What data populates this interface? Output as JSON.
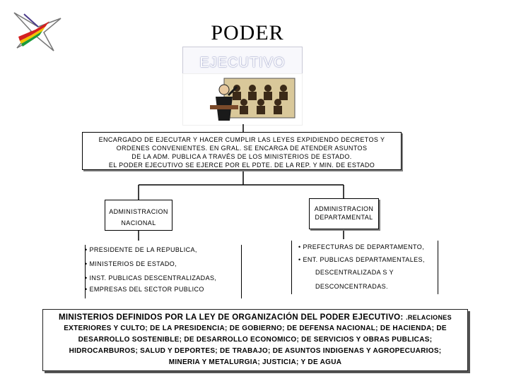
{
  "header": {
    "title": "PODER",
    "subtitle": "EJECUTIVO"
  },
  "logo": {
    "icon": "star-logo-icon",
    "colors": [
      "#d42020",
      "#f2c200",
      "#1a9a3a",
      "#4a3a8a"
    ]
  },
  "illustration": {
    "icon": "meeting-clipart-icon"
  },
  "description": {
    "lines": [
      "ENCARGADO DE EJECUTAR Y HACER CUMPLIR LAS LEYES EXPIDIENDO DECRETOS Y",
      "ORDENES CONVENIENTES. EN GRAL. SE ENCARGA DE ATENDER ASUNTOS",
      "DE LA ADM. PUBLICA A TRAVÉS DE LOS MINISTERIOS DE ESTADO.",
      "EL PODER EJECUTIVO SE EJERCE POR EL PDTE. DE LA REP. Y MIN. DE ESTADO"
    ]
  },
  "branches": {
    "nacional": {
      "title_lines": [
        "ADMINISTRACION",
        "NACIONAL"
      ],
      "items": [
        "• PRESIDENTE DE LA REPUBLICA,",
        "• MINISTERIOS DE ESTADO,",
        "• INST. PUBLICAS DESCENTRALIZADAS,",
        "• EMPRESAS DEL SECTOR PUBLICO"
      ]
    },
    "departamental": {
      "title_lines": [
        "ADMINISTRACION",
        "DEPARTAMENTAL"
      ],
      "items": [
        "• PREFECTURAS DE DEPARTAMENTO,",
        "• ENT. PUBLICAS DEPARTAMENTALES,",
        "DESCENTRALIZADA S  Y",
        "DESCONCENTRADAS."
      ]
    }
  },
  "ministerios": {
    "heading": "MINISTERIOS DEFINIDOS POR LA LEY DE ORGANIZACIÓN DEL PODER EJECUTIVO:",
    "heading_tail": ".RELACIONES",
    "lines": [
      "EXTERIORES Y CULTO; DE LA PRESIDENCIA; DE GOBIERNO; DE DEFENSA NACIONAL; DE HACIENDA; DE",
      "DESARROLLO SOSTENIBLE; DE DESARROLLO ECONOMICO; DE SERVICIOS Y OBRAS PUBLICAS;",
      "HIDROCARBUROS; SALUD Y DEPORTES; DE TRABAJO; DE ASUNTOS INDIGENAS Y AGROPECUARIOS;",
      "MINERIA Y METALURGIA; JUSTICIA; Y DE AGUA"
    ]
  }
}
